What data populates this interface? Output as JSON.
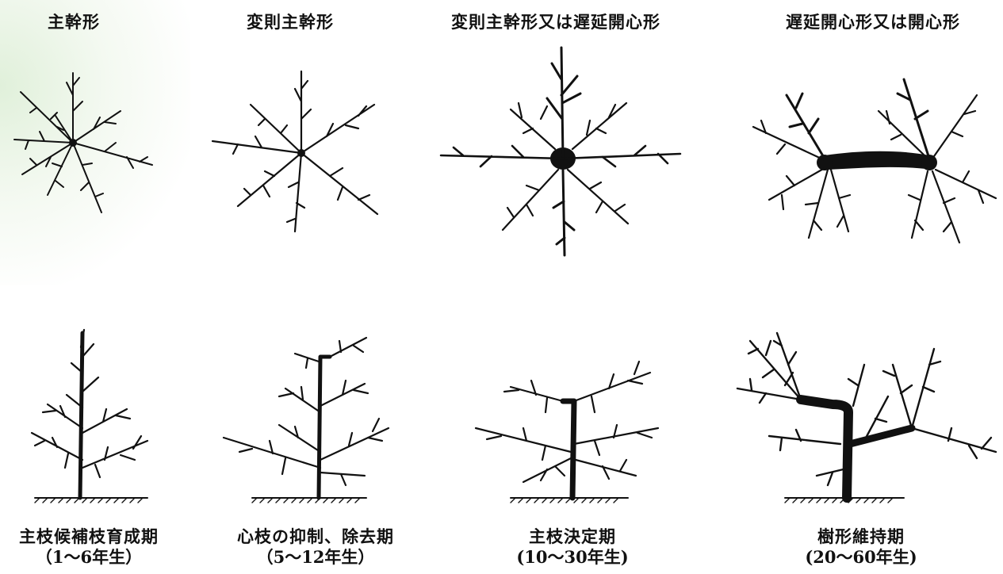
{
  "top_view": [
    {
      "title": "主幹形"
    },
    {
      "title": "変則主幹形"
    },
    {
      "title": "変則主幹形又は遅延開心形"
    },
    {
      "title": "遅延開心形又は開心形"
    }
  ],
  "side_view": [
    {
      "stage": "主枝候補枝育成期",
      "years": "（1～6年生）"
    },
    {
      "stage": "心枝の抑制、除去期",
      "years": "（5～12年生）"
    },
    {
      "stage": "主枝決定期",
      "years": "(10～30年生)"
    },
    {
      "stage": "樹形維持期",
      "years": "(20～60年生)"
    }
  ]
}
